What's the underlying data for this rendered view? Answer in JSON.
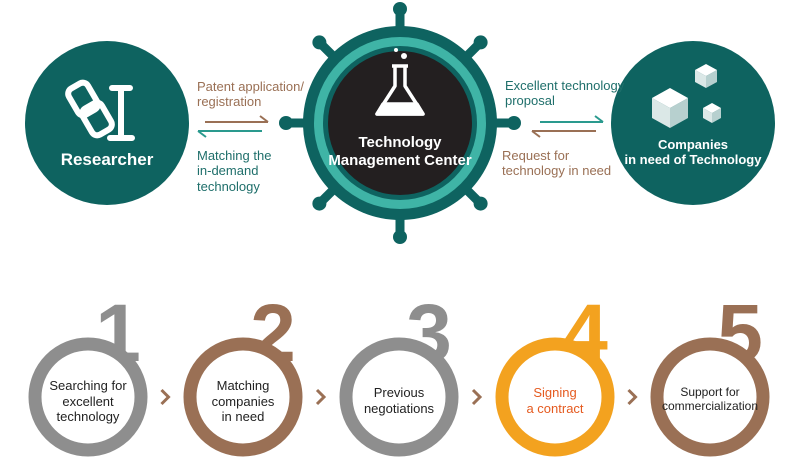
{
  "colors": {
    "teal_dark": "#0e6360",
    "teal_light": "#3fb4a6",
    "brown": "#9a7055",
    "gray": "#8e8e8e",
    "orange": "#f3a21f",
    "orange_text": "#e55a1f",
    "black_circle": "#231f20"
  },
  "top": {
    "researcher": {
      "label": "Researcher",
      "icon": "chain-link-icon"
    },
    "center": {
      "line1": "Technology",
      "line2": "Management Center",
      "icon": "flask-icon"
    },
    "companies": {
      "line1": "Companies",
      "line2": "in need of Technology",
      "icon": "cubes-icon"
    },
    "left_upper_text": {
      "line1": "Patent application/",
      "line2": "registration"
    },
    "left_lower_text": {
      "line1": "Matching the",
      "line2": "in-demand",
      "line3": "technology"
    },
    "right_upper_text": {
      "line1": "Excellent technology",
      "line2": "proposal"
    },
    "right_lower_text": {
      "line1": "Request for",
      "line2": "technology in need"
    }
  },
  "steps": [
    {
      "number": "1",
      "lines": [
        "Searching for",
        "excellent",
        "technology"
      ],
      "color": "#8e8e8e"
    },
    {
      "number": "2",
      "lines": [
        "Matching",
        "companies",
        "in need"
      ],
      "color": "#9a7055"
    },
    {
      "number": "3",
      "lines": [
        "Previous",
        "negotiations"
      ],
      "color": "#8e8e8e"
    },
    {
      "number": "4",
      "lines": [
        "Signing",
        "a contract"
      ],
      "color": "#f3a21f"
    },
    {
      "number": "5",
      "lines": [
        "Support for",
        "commercialization"
      ],
      "color": "#9a7055"
    }
  ]
}
